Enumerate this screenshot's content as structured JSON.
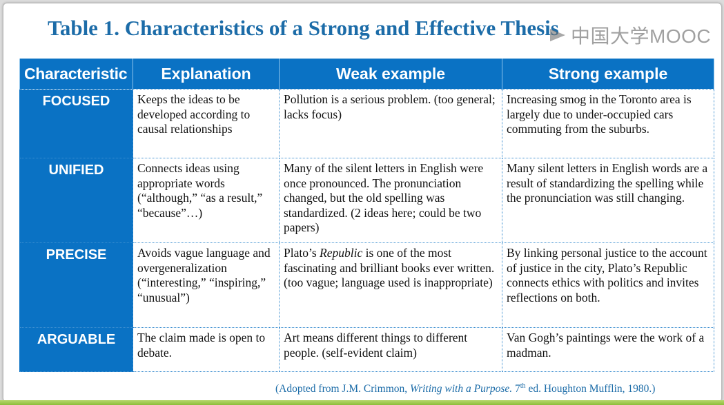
{
  "slide": {
    "title": "Table 1.  Characteristics of a Strong and Effective Thesis",
    "watermark": "中国大学MOOC",
    "table": {
      "headers": [
        "Characteristic",
        "Explanation",
        "Weak example",
        "Strong example"
      ],
      "rows": [
        {
          "characteristic": "FOCUSED",
          "explanation": "Keeps the ideas to be developed according to causal relationships",
          "weak": "Pollution is a serious problem. (too general; lacks focus)",
          "strong": "Increasing smog in the Toronto area is largely due to under-occupied cars commuting from the suburbs."
        },
        {
          "characteristic": "UNIFIED",
          "explanation": "Connects ideas using appropriate words (“although,” “as a result,” “because”…)",
          "weak": "Many of the silent letters in English were once pronounced. The pronunciation changed, but the old spelling was standardized. (2 ideas here; could be two papers)",
          "strong": "Many silent letters in English words are a result of standardizing the spelling while the pronunciation was still changing."
        },
        {
          "characteristic": "PRECISE",
          "explanation": "Avoids vague language and overgeneralization (“interesting,” “inspiring,” “unusual”)",
          "weak_before": "Plato’s ",
          "weak_italic": "Republic",
          "weak_after": " is one of the most fascinating and brilliant books ever written. (too vague; language used is inappropriate)",
          "strong": "By linking personal justice to the account of justice in the city, Plato’s Republic connects ethics with politics and invites reflections on both."
        },
        {
          "characteristic": "ARGUABLE",
          "explanation": "The claim made is open to debate.",
          "weak": "Art means different things to different people. (self-evident claim)",
          "strong": "Van Gogh’s paintings were the work of a madman."
        }
      ]
    },
    "caption": {
      "prefix": "(Adopted from  J.M. Crimmon,  ",
      "book": "Writing with a Purpose.",
      "edition_number": " 7",
      "edition_sup": "th",
      "suffix": " ed. Houghton  Mufflin,  1980.)"
    }
  },
  "colors": {
    "title": "#1c6ca8",
    "header_bg": "#0a72c4",
    "header_text": "#ffffff",
    "cell_border": "#3d8fd0",
    "bottom_bar": "#8cbd3a"
  }
}
